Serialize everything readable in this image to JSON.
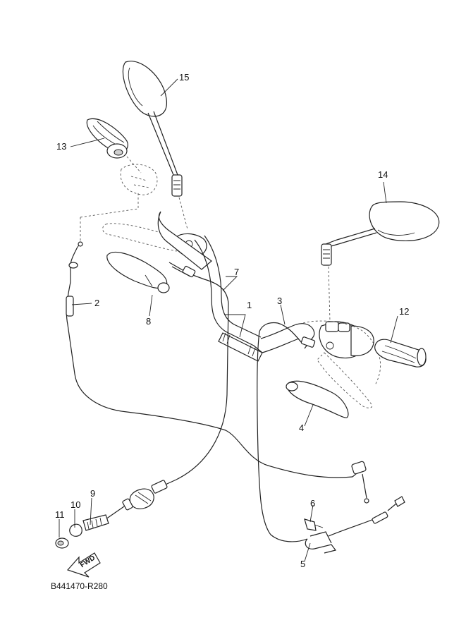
{
  "diagram": {
    "reference_code": "B441470-R280",
    "fwd_label": "FWD",
    "callouts": [
      {
        "id": "1",
        "text": "1"
      },
      {
        "id": "2",
        "text": "2"
      },
      {
        "id": "3",
        "text": "3"
      },
      {
        "id": "4",
        "text": "4"
      },
      {
        "id": "5",
        "text": "5"
      },
      {
        "id": "6",
        "text": "6"
      },
      {
        "id": "7",
        "text": "7"
      },
      {
        "id": "8",
        "text": "8"
      },
      {
        "id": "9",
        "text": "9"
      },
      {
        "id": "10",
        "text": "10"
      },
      {
        "id": "11",
        "text": "11"
      },
      {
        "id": "12",
        "text": "12"
      },
      {
        "id": "13",
        "text": "13"
      },
      {
        "id": "14",
        "text": "14"
      },
      {
        "id": "15",
        "text": "15"
      }
    ]
  }
}
